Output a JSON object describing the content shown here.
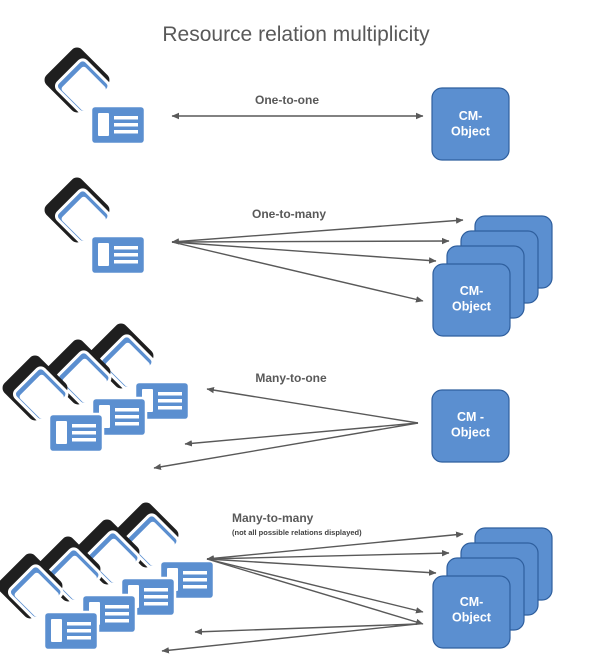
{
  "title": "Resource relation multiplicity",
  "colors": {
    "box_fill": "#5b8fd0",
    "box_stroke": "#2f5f9e",
    "resource_frame": "#1f1f1f",
    "resource_blue": "#5b8fd0",
    "arrow": "#595959",
    "text": "#595959"
  },
  "rows": [
    {
      "label": "One-to-one",
      "note": "",
      "object_label": "CM-\nObject"
    },
    {
      "label": "One-to-many",
      "note": "",
      "object_label": "CM-\nObject"
    },
    {
      "label": "Many-to-one",
      "note": "",
      "object_label": "CM -\nObject"
    },
    {
      "label": "Many-to-many",
      "note": "(not all possible relations displayed)",
      "object_label": "CM-\nObject"
    }
  ]
}
